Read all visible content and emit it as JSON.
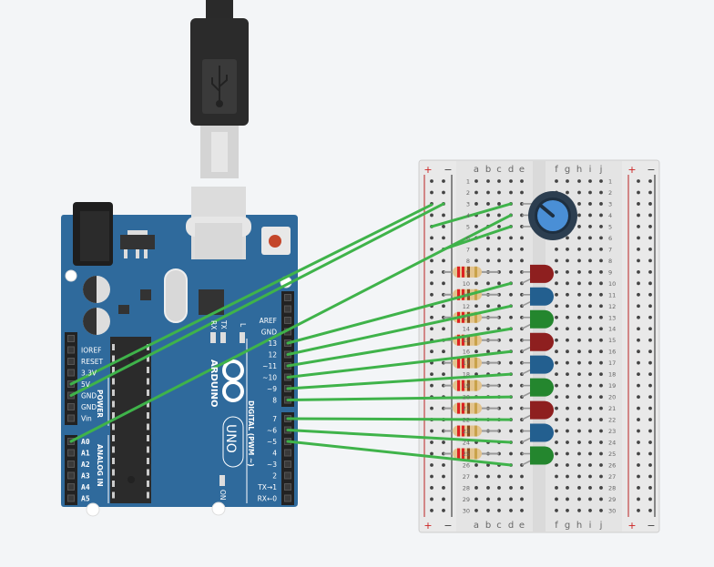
{
  "canvas": {
    "background": "#f3f5f7"
  },
  "arduino": {
    "color": "#2f6a9c",
    "brand": "ARDUINO",
    "model": "UNO",
    "on_label": "ON",
    "rx_label": "RX",
    "tx_label": "TX",
    "l_label": "L",
    "power_label": "POWER",
    "analog_label": "ANALOG IN",
    "digital_label": "DIGITAL (PWM ~)",
    "power_pins": [
      "",
      "IOREF",
      "RESET",
      "3.3V",
      "5V",
      "GND",
      "GND",
      "Vin"
    ],
    "analog_pins": [
      "A0",
      "A1",
      "A2",
      "A3",
      "A4",
      "A5"
    ],
    "digital_top_pins": [
      "",
      "",
      "AREF",
      "GND",
      "13",
      "12",
      "~11",
      "~10",
      "~9",
      "8"
    ],
    "digital_bottom_pins": [
      "7",
      "~6",
      "~5",
      "4",
      "~3",
      "2",
      "TX→1",
      "RX←0"
    ]
  },
  "breadboard": {
    "columns_left": [
      "a",
      "b",
      "c",
      "d",
      "e"
    ],
    "columns_right": [
      "f",
      "g",
      "h",
      "i",
      "j"
    ],
    "rail_plus": "+",
    "rail_minus": "−",
    "rows": [
      "1",
      "2",
      "3",
      "4",
      "5",
      "6",
      "7",
      "8",
      "9",
      "10",
      "11",
      "12",
      "13",
      "14",
      "15",
      "16",
      "17",
      "18",
      "19",
      "20",
      "21",
      "22",
      "23",
      "24",
      "25",
      "26",
      "27",
      "28",
      "29",
      "30"
    ]
  },
  "components": {
    "potentiometer": {
      "rows": [
        3,
        4,
        5
      ],
      "color": "#4a8fd6"
    },
    "leds": [
      {
        "row": 9,
        "color": "#8e1f1f"
      },
      {
        "row": 11,
        "color": "#235f8f"
      },
      {
        "row": 13,
        "color": "#24862e"
      },
      {
        "row": 15,
        "color": "#8e1f1f"
      },
      {
        "row": 17,
        "color": "#235f8f"
      },
      {
        "row": 19,
        "color": "#24862e"
      },
      {
        "row": 21,
        "color": "#8e1f1f"
      },
      {
        "row": 23,
        "color": "#235f8f"
      },
      {
        "row": 25,
        "color": "#24862e"
      }
    ],
    "wire_color": "#3fb34a",
    "led_wires": [
      {
        "pin": "13",
        "row": 10
      },
      {
        "pin": "12",
        "row": 12
      },
      {
        "pin": "~11",
        "row": 14
      },
      {
        "pin": "~10",
        "row": 16
      },
      {
        "pin": "~9",
        "row": 18
      },
      {
        "pin": "8",
        "row": 20
      },
      {
        "pin": "7",
        "row": 22
      },
      {
        "pin": "~6",
        "row": 24
      },
      {
        "pin": "~5",
        "row": 26
      }
    ]
  }
}
